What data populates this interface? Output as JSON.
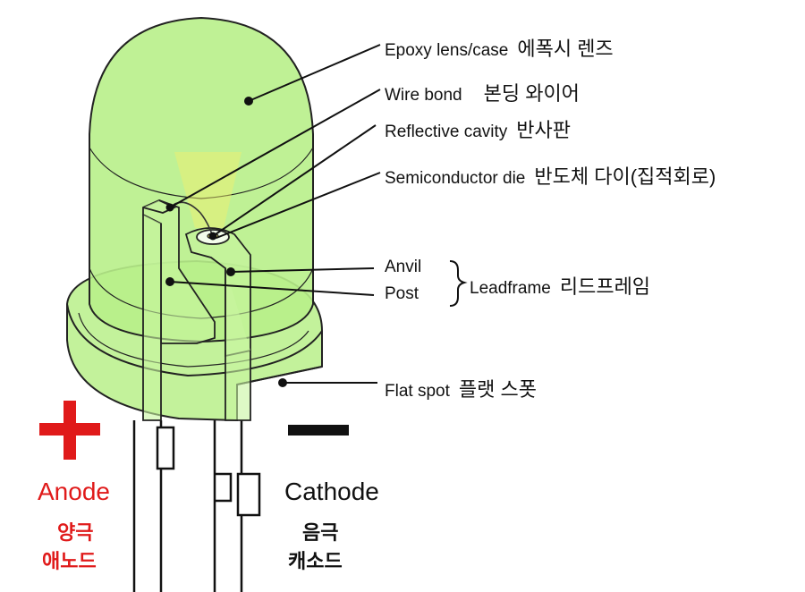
{
  "parts": [
    {
      "en": "Epoxy lens/case",
      "ko": "에폭시 렌즈"
    },
    {
      "en": "Wire bond",
      "ko": "본딩 와이어"
    },
    {
      "en": "Reflective cavity",
      "ko": "반사판"
    },
    {
      "en": "Semiconductor die",
      "ko": "반도체 다이(집적회로)"
    },
    {
      "en": "Anvil",
      "ko": ""
    },
    {
      "en": "Post",
      "ko": ""
    },
    {
      "en": "Flat spot",
      "ko": "플랫 스폿"
    }
  ],
  "leadframe": {
    "en": "Leadframe",
    "ko": "리드프레임"
  },
  "anode": {
    "symbol": "+",
    "en": "Anode",
    "ko1": "양극",
    "ko2": "애노드",
    "color": "#e01a1a"
  },
  "cathode": {
    "symbol": "−",
    "en": "Cathode",
    "ko1": "음극",
    "ko2": "캐소드",
    "color": "#111111"
  },
  "colors": {
    "lens": "#b8f08a",
    "lens_stroke": "#222222",
    "die_glow": "#f3f06a"
  }
}
